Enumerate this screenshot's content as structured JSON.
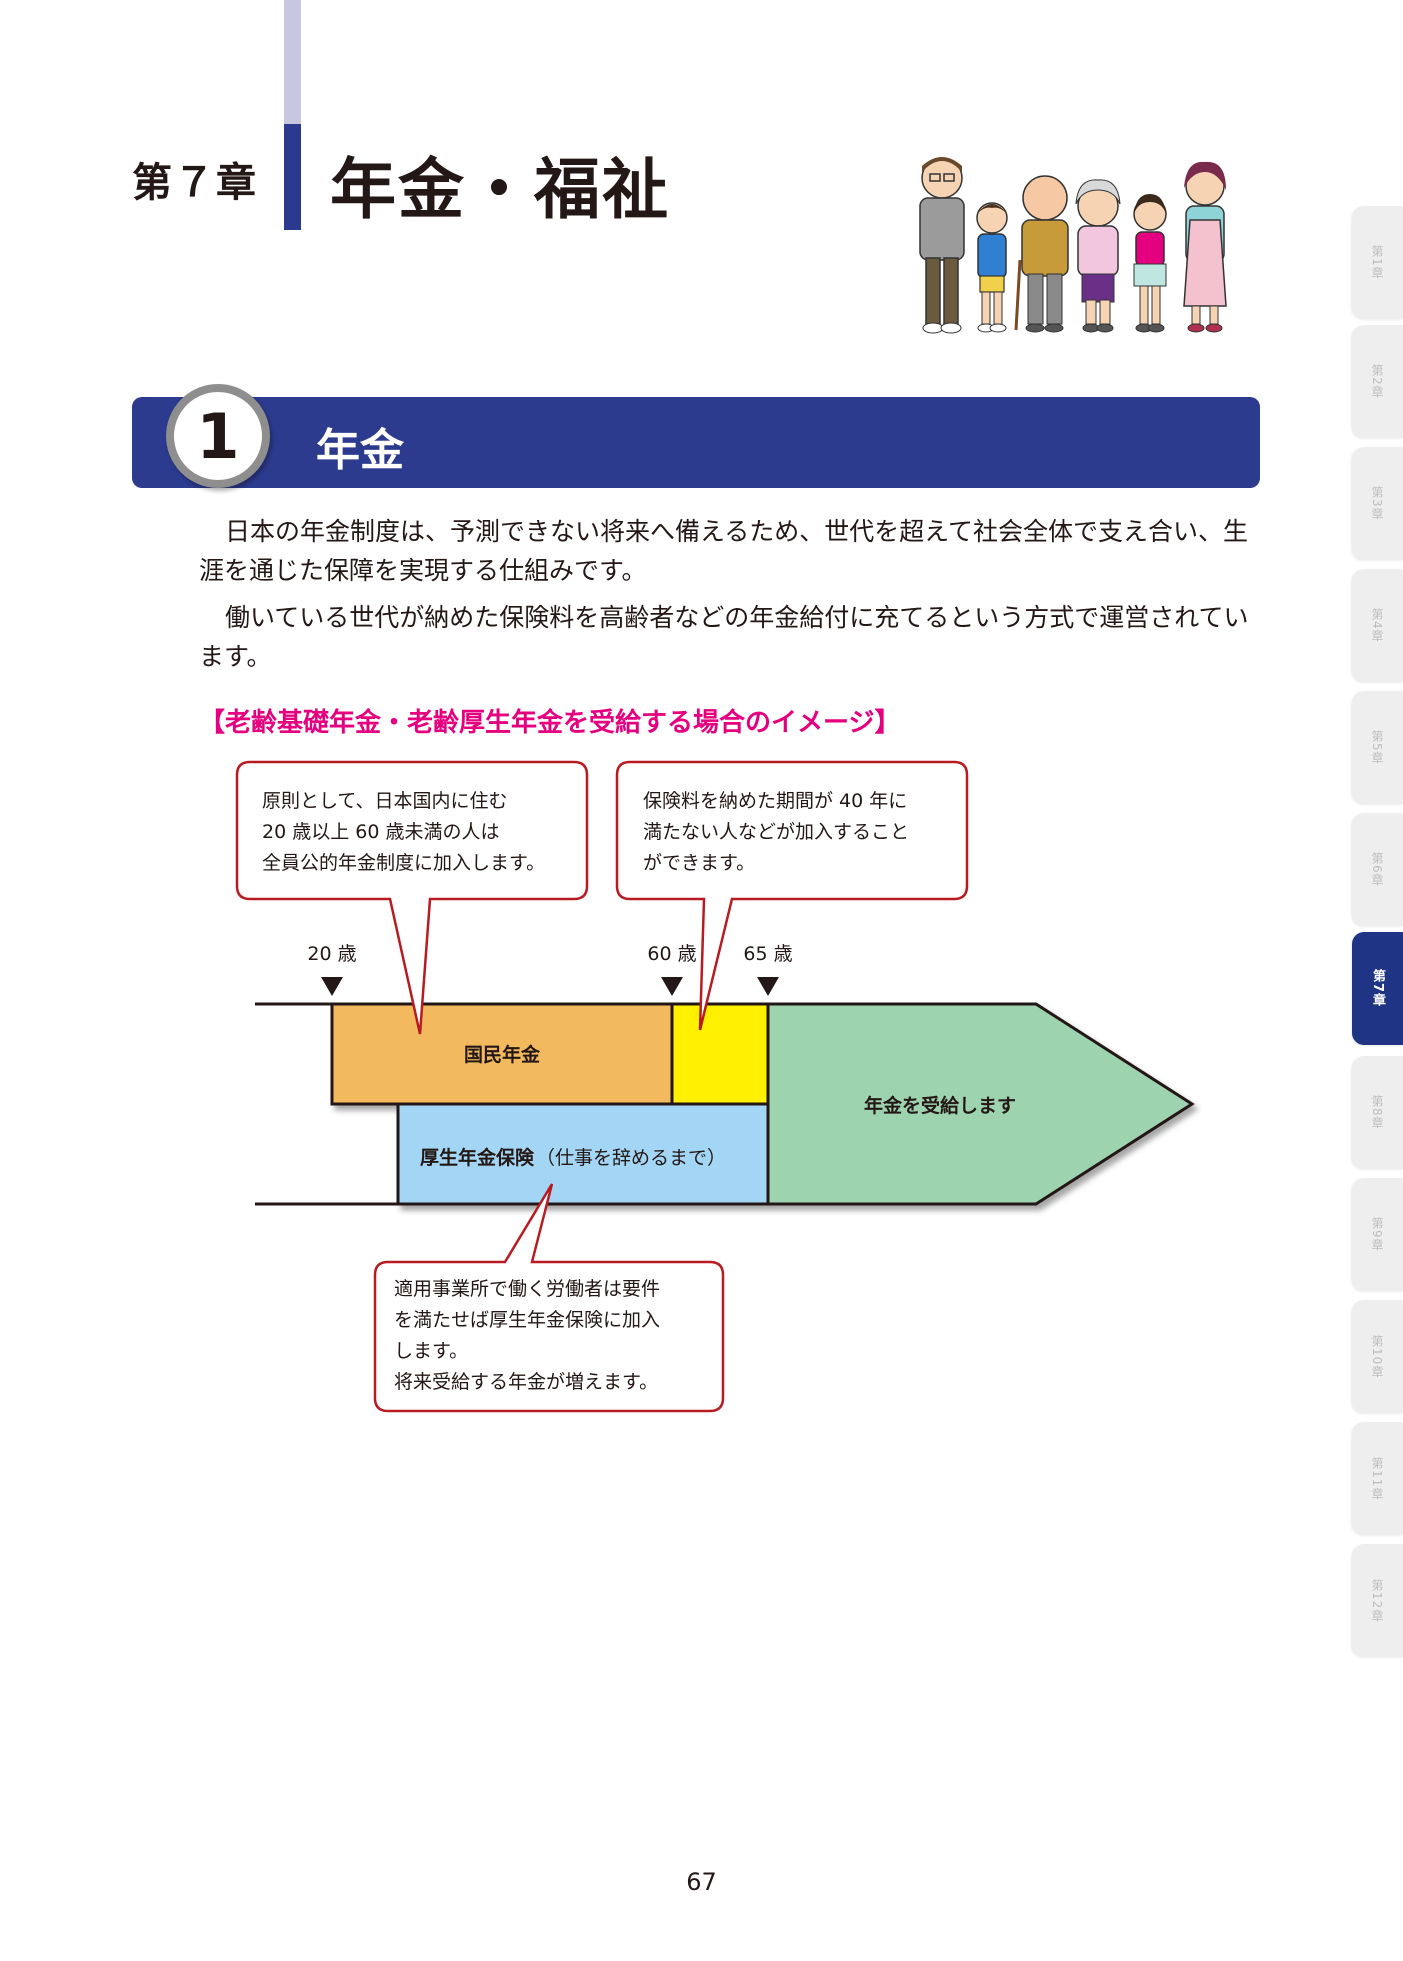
{
  "header": {
    "chapter_label": "第７章",
    "chapter_title": "年金・福祉"
  },
  "illustration": {
    "name": "family-illustration",
    "description_icon": "family-of-six-icon"
  },
  "side_tabs": [
    {
      "label": "第1章",
      "active": false
    },
    {
      "label": "第2章",
      "active": false
    },
    {
      "label": "第3章",
      "active": false
    },
    {
      "label": "第4章",
      "active": false
    },
    {
      "label": "第5章",
      "active": false
    },
    {
      "label": "第6章",
      "active": false
    },
    {
      "label": "第7章",
      "active": true
    },
    {
      "label": "第8章",
      "active": false
    },
    {
      "label": "第9章",
      "active": false
    },
    {
      "label": "第10章",
      "active": false
    },
    {
      "label": "第11章",
      "active": false
    },
    {
      "label": "第12章",
      "active": false
    }
  ],
  "section": {
    "number": "1",
    "title": "年金"
  },
  "body": {
    "paragraph1": "日本の年金制度は、予測できない将来へ備えるため、世代を超えて社会全体で支え合い、生涯を通じた保障を実現する仕組みです。",
    "paragraph2": "働いている世代が納めた保険料を高齢者などの年金給付に充てるという方式で運営されています。"
  },
  "figure": {
    "heading": "【老齢基礎年金・老齢厚生年金を受給する場合のイメージ】",
    "callout_top_left": [
      "原則として、日本国内に住む",
      "20 歳以上 60 歳未満の人は",
      "全員公的年金制度に加入します。"
    ],
    "callout_top_right": [
      "保険料を納めた期間が 40 年に",
      "満たない人などが加入すること",
      "ができます。"
    ],
    "callout_bottom": [
      "適用事業所で働く労働者は要件",
      "を満たせば厚生年金保険に加入",
      "します。",
      "将来受給する年金が増えます。"
    ],
    "age_20": "20 歳",
    "age_60": "60 歳",
    "age_65": "65 歳",
    "kokumin_label": "国民年金",
    "kosei_label": "厚生年金保険",
    "kosei_note": "（仕事を辞めるまで）",
    "receive_label": "年金を受給します",
    "colors": {
      "kokumin": "#f3b95f",
      "voluntary": "#fff100",
      "kosei": "#a3d6f5",
      "receive": "#9dd3ae",
      "callout_border": "#b81c22"
    }
  },
  "page_number": "67"
}
